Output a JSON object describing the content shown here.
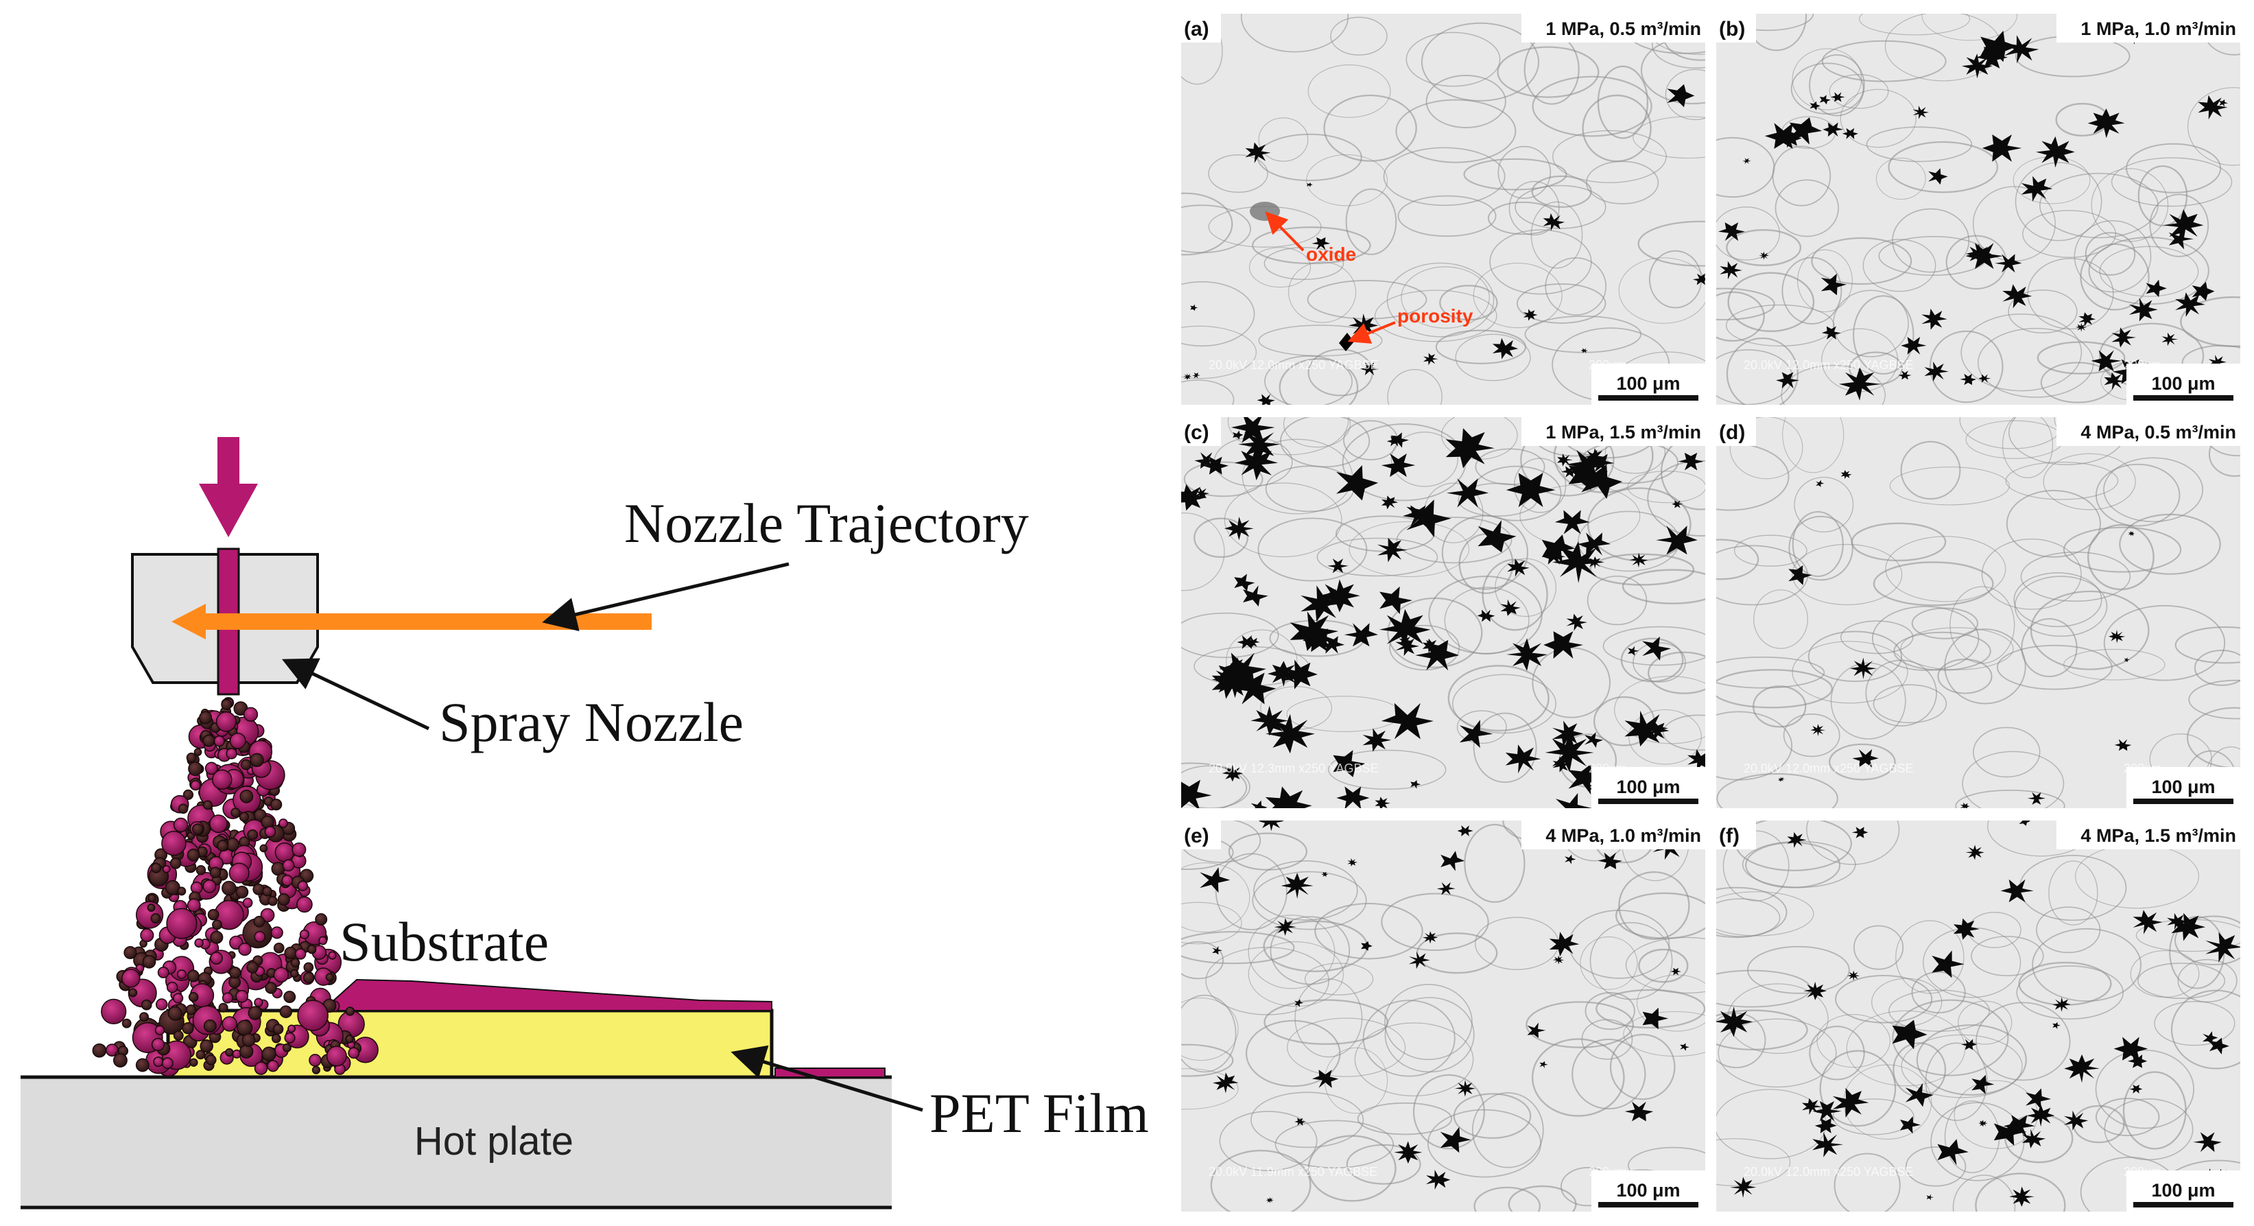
{
  "diagram": {
    "labels": {
      "nozzle_trajectory": "Nozzle Trajectory",
      "spray_nozzle": "Spray Nozzle",
      "substrate": "Substrate",
      "pet_film": "PET Film",
      "hot_plate": "Hot plate"
    },
    "colors": {
      "magenta": "#b5186f",
      "orange": "#ff8a1c",
      "yellow": "#f7f06a",
      "plate_gray": "#dcdcdc",
      "nozzle_gray": "#e3e3e3"
    }
  },
  "micrographs": [
    {
      "id": "a",
      "letter": "(a)",
      "condition": "1 MPa, 0.5 m³/min",
      "scalebar": "100 μm",
      "meta": "20.0kV 12.0mm x250 YAGBSE",
      "meta_scale": "200um",
      "annotations": [
        {
          "label": "oxide"
        },
        {
          "label": "porosity"
        }
      ]
    },
    {
      "id": "b",
      "letter": "(b)",
      "condition": "1 MPa, 1.0 m³/min",
      "scalebar": "100 μm",
      "meta": "20.0kV 12.0mm x250 YAGBSE",
      "meta_scale": "200um",
      "annotations": []
    },
    {
      "id": "c",
      "letter": "(c)",
      "condition": "1 MPa, 1.5 m³/min",
      "scalebar": "100 μm",
      "meta": "20.0kV 12.3mm x250 YAGBSE",
      "meta_scale": "200um",
      "annotations": []
    },
    {
      "id": "d",
      "letter": "(d)",
      "condition": "4 MPa, 0.5 m³/min",
      "scalebar": "100 μm",
      "meta": "20.0kV 12.0mm x250 YAGBSE",
      "meta_scale": "200um",
      "annotations": []
    },
    {
      "id": "e",
      "letter": "(e)",
      "condition": "4 MPa, 1.0 m³/min",
      "scalebar": "100 μm",
      "meta": "20.0kV 11.9mm x250 YAGBSE",
      "meta_scale": "200um",
      "annotations": []
    },
    {
      "id": "f",
      "letter": "(f)",
      "condition": "4 MPa, 1.5 m³/min",
      "scalebar": "100 μm",
      "meta": "20.0kV 12.0mm x250 YAGBSE",
      "meta_scale": "200um",
      "annotations": []
    }
  ]
}
